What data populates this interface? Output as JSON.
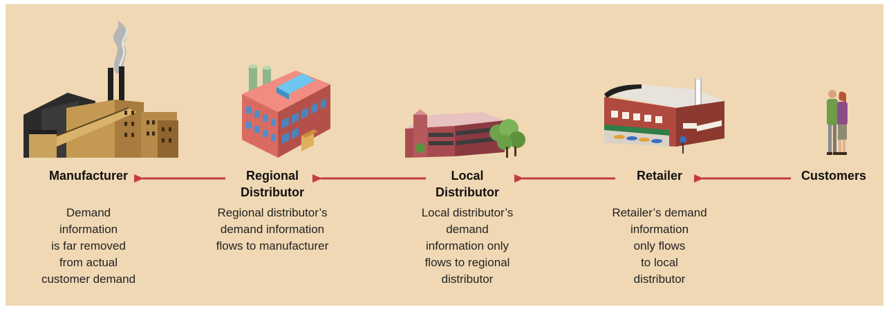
{
  "colors": {
    "background": "#f0d8b4",
    "arrow": "#c23b45",
    "text": "#111111"
  },
  "nodes": [
    {
      "id": "manufacturer",
      "icon": "factory-icon",
      "title": "Manufacturer",
      "description": "Demand\ninformation\nis far removed\nfrom actual\ncustomer demand"
    },
    {
      "id": "regional-distributor",
      "icon": "warehouse-icon",
      "title": "Regional\nDistributor",
      "description": "Regional distributor’s\ndemand information\nflows to manufacturer"
    },
    {
      "id": "local-distributor",
      "icon": "distribution-center-icon",
      "title": "Local\nDistributor",
      "description": "Local distributor’s\ndemand\ninformation only\nflows to regional\ndistributor"
    },
    {
      "id": "retailer",
      "icon": "store-icon",
      "title": "Retailer",
      "description": "Retailer’s demand\ninformation\nonly  flows\nto local\ndistributor"
    },
    {
      "id": "customers",
      "icon": "people-icon",
      "title": "Customers",
      "description": ""
    }
  ],
  "arrows": [
    {
      "from": "customers",
      "to": "retailer"
    },
    {
      "from": "retailer",
      "to": "local-distributor"
    },
    {
      "from": "local-distributor",
      "to": "regional-distributor"
    },
    {
      "from": "regional-distributor",
      "to": "manufacturer"
    }
  ]
}
